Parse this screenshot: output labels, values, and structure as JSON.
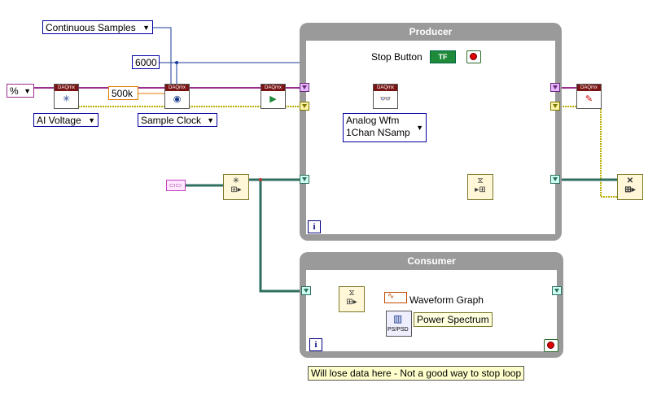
{
  "rings": {
    "continuous_samples": "Continuous Samples",
    "ai_voltage": "AI Voltage",
    "sample_clock": "Sample Clock",
    "analog_wfm_line1": "Analog Wfm",
    "analog_wfm_line2": "1Chan NSamp"
  },
  "constants": {
    "samples": "6000",
    "rate": "500k",
    "task_name": "%"
  },
  "loops": {
    "producer_title": "Producer",
    "consumer_title": "Consumer",
    "iteration_label": "i"
  },
  "labels": {
    "stop_button": "Stop Button",
    "tf_constant": "TF",
    "waveform_graph": "Waveform Graph",
    "power_spectrum": "Power Spectrum",
    "ps_psd": "PS/PSD",
    "daqmx": "DAQmx"
  },
  "note": "Will lose data here - Not a good way to stop loop",
  "colors": {
    "loop_frame": "#9a9a9a",
    "task_wire": "#9b2d8f",
    "error_wire": "#b8b000",
    "queue_wire": "#2f6f5f",
    "numeric_wire": "#1a3a9a",
    "waveform_wire": "#c04a00"
  }
}
